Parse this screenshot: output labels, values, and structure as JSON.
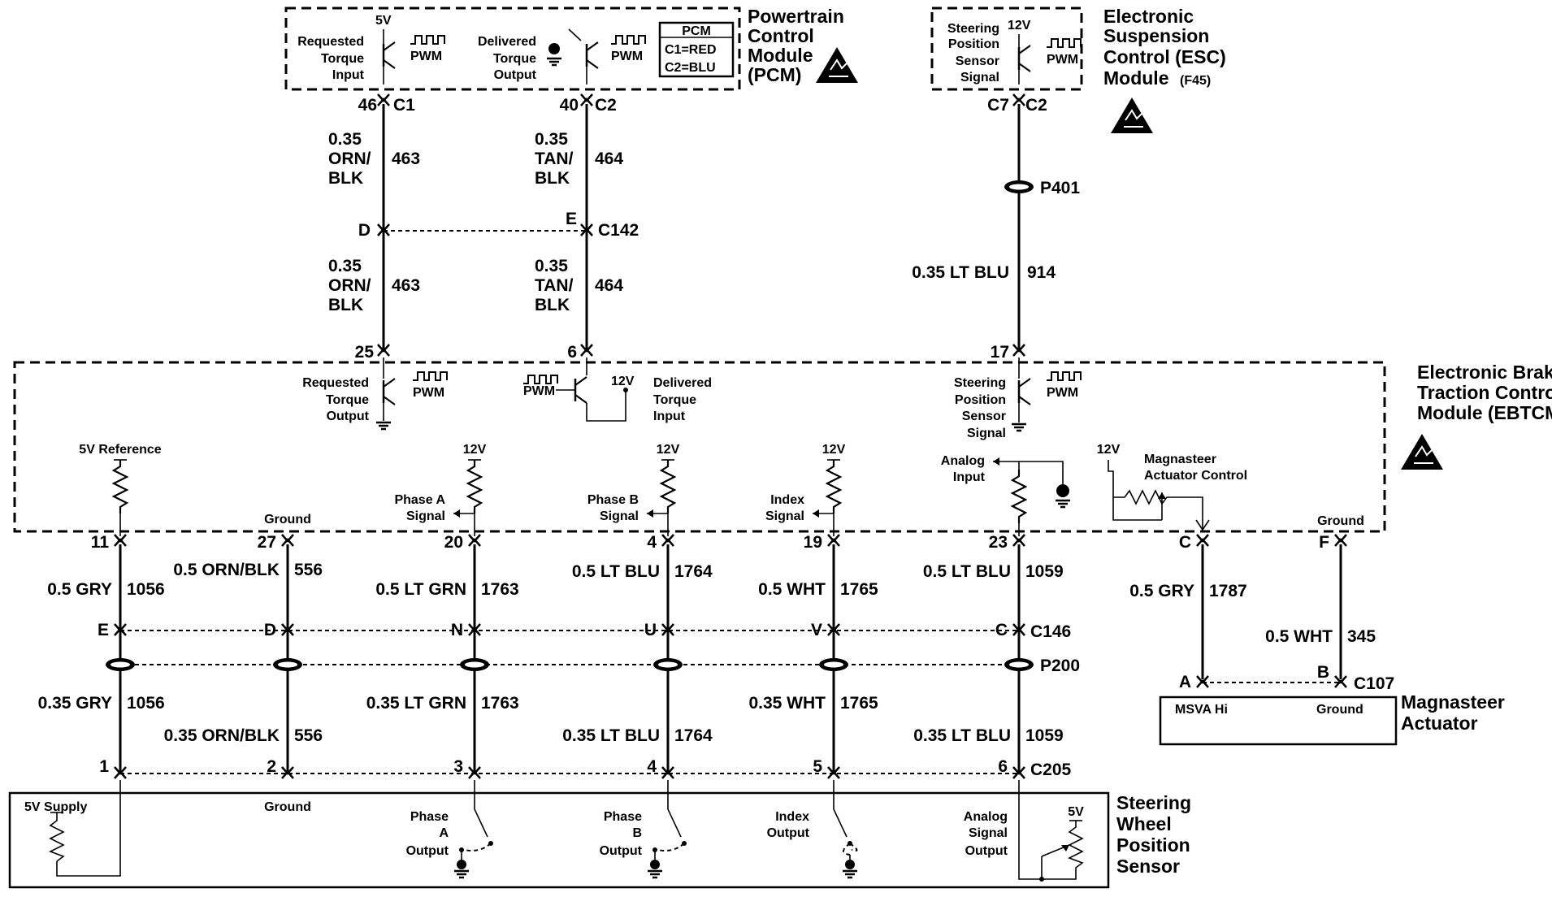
{
  "pcm": {
    "title": [
      "Powertrain",
      "Control",
      "Module",
      "(PCM)"
    ],
    "supply": "5V",
    "requested": [
      "Requested",
      "Torque",
      "Input"
    ],
    "delivered": [
      "Delivered",
      "Torque",
      "Output"
    ],
    "pwm": "PWM",
    "legend": [
      "PCM",
      "C1=RED",
      "C2=BLU"
    ]
  },
  "esc": {
    "title": [
      "Electronic",
      "Suspension",
      "Control (ESC)",
      "Module"
    ],
    "option": "(F45)",
    "supply": "12V",
    "signal": [
      "Steering",
      "Position",
      "Sensor",
      "Signal"
    ],
    "pwm": "PWM"
  },
  "ebtcm": {
    "title": [
      "Electronic Brake",
      "Traction Control",
      "Module (EBTCM)"
    ],
    "requested": [
      "Requested",
      "Torque",
      "Output"
    ],
    "delivered": [
      "Delivered",
      "Torque",
      "Input"
    ],
    "steering": [
      "Steering",
      "Position",
      "Sensor",
      "Signal"
    ],
    "pwm": "PWM",
    "v12": "12V",
    "v5ref": "5V Reference",
    "ground": "Ground",
    "phaseA": [
      "Phase A",
      "Signal"
    ],
    "phaseB": [
      "Phase B",
      "Signal"
    ],
    "index": [
      "Index",
      "Signal"
    ],
    "analog": [
      "Analog",
      "Input"
    ],
    "magna": [
      "Magnasteer",
      "Actuator Control"
    ]
  },
  "pcm_pins": {
    "p46": "46",
    "c1": "C1",
    "p40": "40",
    "c2": "C2"
  },
  "esc_pins": {
    "c7": "C7",
    "c2": "C2"
  },
  "wires_top": {
    "w463a": [
      "0.35",
      "ORN/",
      "BLK"
    ],
    "c463a": "463",
    "w464a": [
      "0.35",
      "TAN/",
      "BLK"
    ],
    "c464a": "464",
    "w463b": [
      "0.35",
      "ORN/",
      "BLK"
    ],
    "c463b": "463",
    "w464b": [
      "0.35",
      "TAN/",
      "BLK"
    ],
    "c464b": "464",
    "w914": "0.35 LT BLU",
    "c914": "914"
  },
  "c142": {
    "d": "D",
    "e": "E",
    "name": "C142"
  },
  "p401": "P401",
  "ebtcm_pins_top": {
    "p25": "25",
    "p6": "6",
    "p17": "17"
  },
  "ebtcm_pins_bottom": [
    "11",
    "27",
    "20",
    "4",
    "19",
    "23",
    "C",
    "F"
  ],
  "ebtcm_ground_labels": {
    "g27": "Ground",
    "gF": "Ground"
  },
  "wires_mid": [
    {
      "color": "0.5 GRY",
      "circuit": "1056"
    },
    {
      "color": "0.5 ORN/BLK",
      "circuit": "556"
    },
    {
      "color": "0.5 LT GRN",
      "circuit": "1763"
    },
    {
      "color": "0.5 LT BLU",
      "circuit": "1764"
    },
    {
      "color": "0.5 WHT",
      "circuit": "1765"
    },
    {
      "color": "0.5 LT BLU",
      "circuit": "1059"
    },
    {
      "color": "0.5 GRY",
      "circuit": "1787"
    },
    {
      "color": "0.5 WHT",
      "circuit": "345"
    }
  ],
  "c146": {
    "pins": [
      "E",
      "D",
      "N",
      "U",
      "V",
      "C"
    ],
    "name": "C146"
  },
  "p200": "P200",
  "wires_low": [
    {
      "color": "0.35 GRY",
      "circuit": "1056"
    },
    {
      "color": "0.35 ORN/BLK",
      "circuit": "556"
    },
    {
      "color": "0.35 LT GRN",
      "circuit": "1763"
    },
    {
      "color": "0.35 LT BLU",
      "circuit": "1764"
    },
    {
      "color": "0.35 WHT",
      "circuit": "1765"
    },
    {
      "color": "0.35 LT BLU",
      "circuit": "1059"
    }
  ],
  "c205": {
    "pins": [
      "1",
      "2",
      "3",
      "4",
      "5",
      "6"
    ],
    "name": "C205"
  },
  "c107": {
    "a": "A",
    "b": "B",
    "name": "C107"
  },
  "magnasteer": {
    "title": [
      "Magnasteer",
      "Actuator"
    ],
    "hi": "MSVA Hi",
    "ground": "Ground"
  },
  "swps": {
    "title": [
      "Steering",
      "Wheel",
      "Position",
      "Sensor"
    ],
    "supply": "5V Supply",
    "ground": "Ground",
    "phaseA": [
      "Phase",
      "A",
      "Output"
    ],
    "phaseB": [
      "Phase",
      "B",
      "Output"
    ],
    "index": [
      "Index",
      "Output"
    ],
    "analog": [
      "Analog",
      "Signal",
      "Output"
    ],
    "v5": "5V"
  }
}
